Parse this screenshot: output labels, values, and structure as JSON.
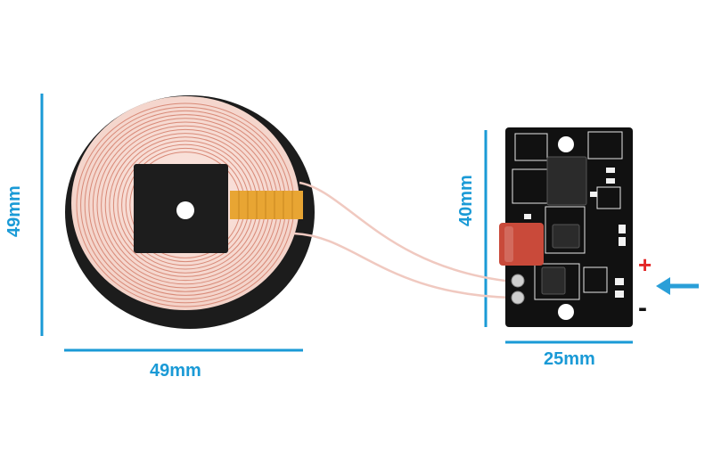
{
  "labels": {
    "coil_width": "49mm",
    "coil_height": "49mm",
    "board_height": "40mm",
    "board_width": "25mm",
    "plus": "+",
    "minus": "-"
  },
  "colors": {
    "dimension": "#1a9ad6",
    "plus": "#e32626",
    "minus": "#111111",
    "arrow": "#2a9fd8",
    "coil_wire": "#f0c9c0",
    "coil_base": "#1c1c1c",
    "pcb": "#111111",
    "capacitor": "#c94a3a",
    "tape": "#e8a533"
  },
  "icons": {
    "input_arrow": "arrow-left-icon"
  }
}
